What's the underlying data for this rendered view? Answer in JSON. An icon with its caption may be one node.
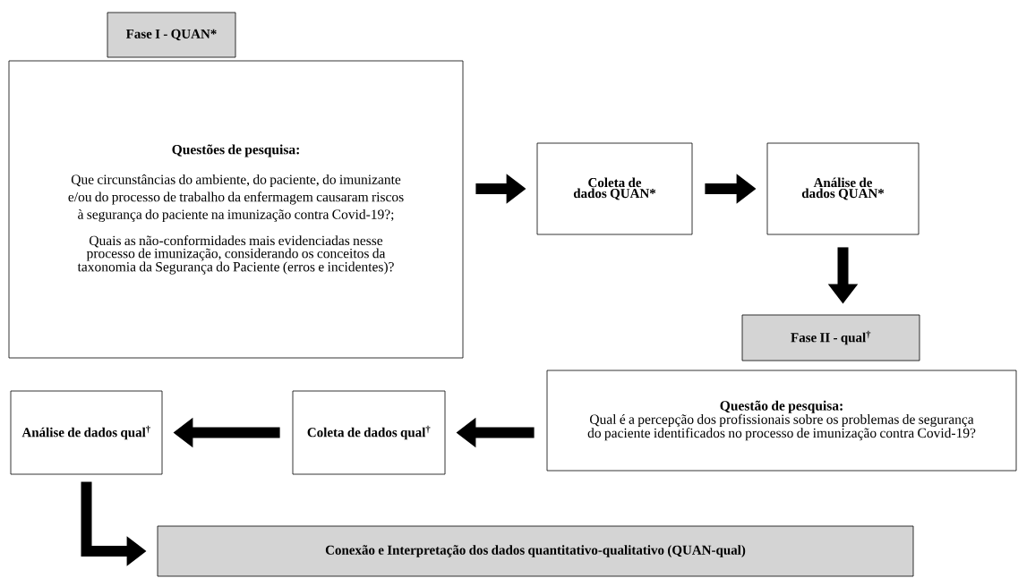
{
  "diagram": {
    "nodes": [
      {
        "text": [
          "Fase I - QUAN*"
        ]
      },
      {
        "text": [
          "Questões de pesquisa:",
          "Que circunstâncias do ambiente, do paciente, do imunizante e/ou do processo de trabalho da enfermagem causaram riscos à segurança do paciente na imunização contra Covid-19?;",
          "Quais as não-conformidades mais evidenciadas nesse processo de imunização, considerando os conceitos da taxonomia da Segurança do Paciente (erros e incidentes)?"
        ]
      },
      {
        "text": [
          "Coleta de dados QUAN*"
        ]
      },
      {
        "text": [
          "Análise de dados QUAN*"
        ]
      },
      {
        "text": [
          "Fase II - qual$^{†}$"
        ]
      },
      {
        "text": [
          "Questão de pesquisa:",
          "Qual é a percepção dos profissionais sobre os problemas de segurança do paciente identificados no processo de imunização contra Covid-19?"
        ]
      },
      {
        "text": [
          "Coleta de dados qual$^{†}$"
        ]
      },
      {
        "text": [
          "Análise de dados qual$^{†}$"
        ]
      },
      {
        "text": [
          "Conexão e Interpretação dos dados quantitativo-qualitativo (QUAN-qual)"
        ]
      }
    ],
    "edges": [
      {
        "from": 1,
        "to": 2,
        "arrow": "to"
      },
      {
        "from": 2,
        "to": 3,
        "arrow": "to"
      },
      {
        "from": 3,
        "to": 4,
        "arrow": "to"
      },
      {
        "from": 5,
        "to": 6,
        "arrow": "to"
      },
      {
        "from": 6,
        "to": 7,
        "arrow": "to"
      },
      {
        "from": 7,
        "to": 8,
        "arrow": "to"
      }
    ]
  }
}
